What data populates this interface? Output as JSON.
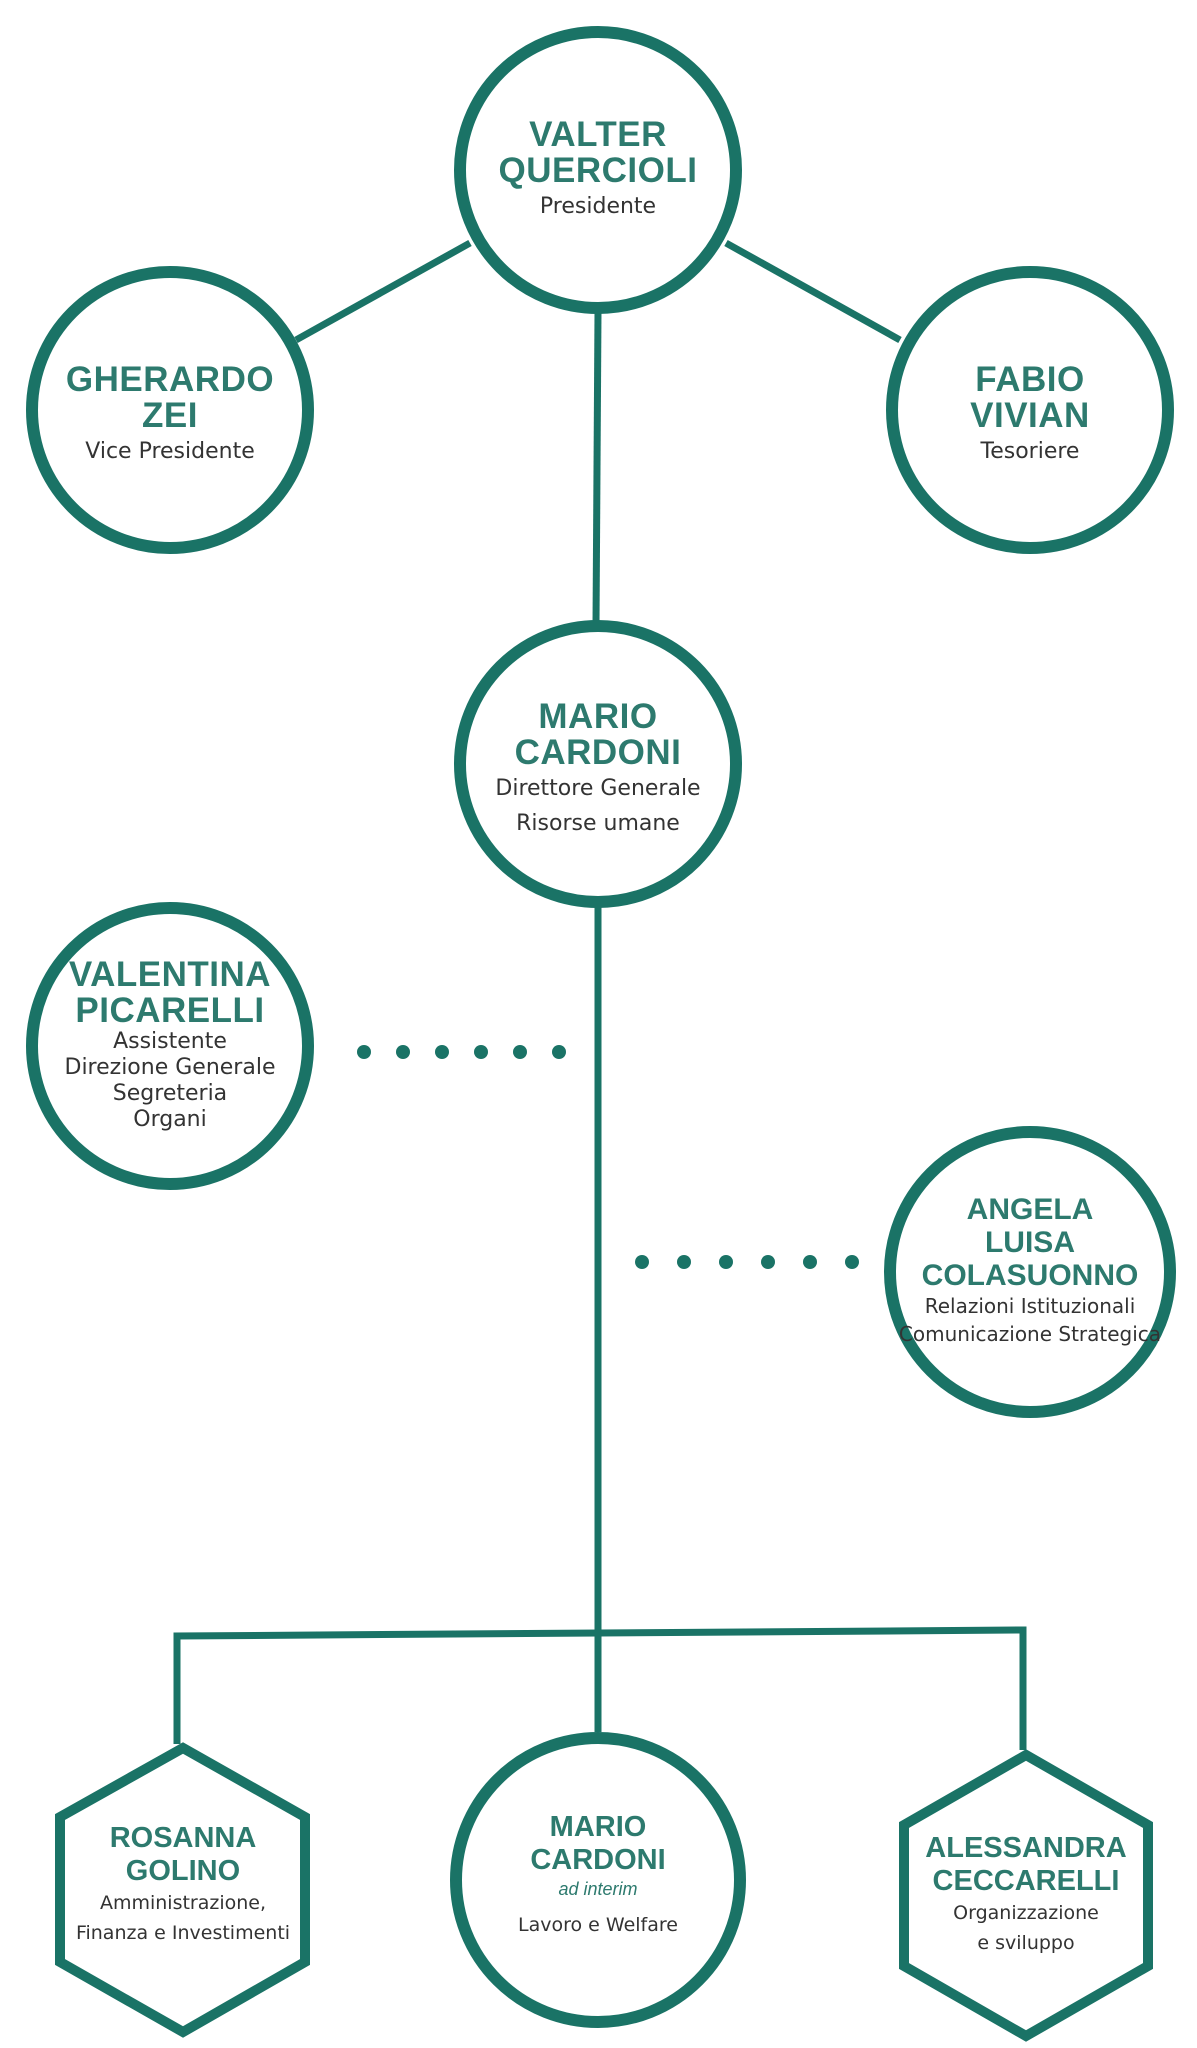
{
  "org": {
    "president": {
      "name": [
        "VALTER",
        "QUERCIOLI"
      ],
      "role": [
        "Presidente"
      ]
    },
    "vice_president": {
      "name": [
        "GHERARDO",
        "ZEI"
      ],
      "role": [
        "Vice Presidente"
      ]
    },
    "treasurer": {
      "name": [
        "FABIO",
        "VIVIAN"
      ],
      "role": [
        "Tesoriere"
      ]
    },
    "director": {
      "name": [
        "MARIO",
        "CARDONI"
      ],
      "role": [
        "Direttore Generale",
        "Risorse umane"
      ]
    },
    "assistant": {
      "name": [
        "VALENTINA",
        "PICARELLI"
      ],
      "role": [
        "Assistente",
        "Direzione Generale",
        "Segreteria",
        "Organi"
      ]
    },
    "relations": {
      "name": [
        "ANGELA",
        "LUISA",
        "COLASUONNO"
      ],
      "role": [
        "Relazioni Istituzionali",
        "Comunicazione Strategica"
      ]
    },
    "finance": {
      "name": [
        "ROSANNA",
        "GOLINO"
      ],
      "role": [
        "Amministrazione,",
        "Finanza e Investimenti"
      ]
    },
    "welfare": {
      "name": [
        "MARIO",
        "CARDONI"
      ],
      "note": "ad interim",
      "role": [
        "Lavoro e Welfare"
      ]
    },
    "organization": {
      "name": [
        "ALESSANDRA",
        "CECCARELLI"
      ],
      "role": [
        "Organizzazione",
        "e sviluppo"
      ]
    }
  },
  "colors": {
    "accent": "#1a7366",
    "name_text": "#2d7a6e",
    "role_text": "#333333"
  }
}
